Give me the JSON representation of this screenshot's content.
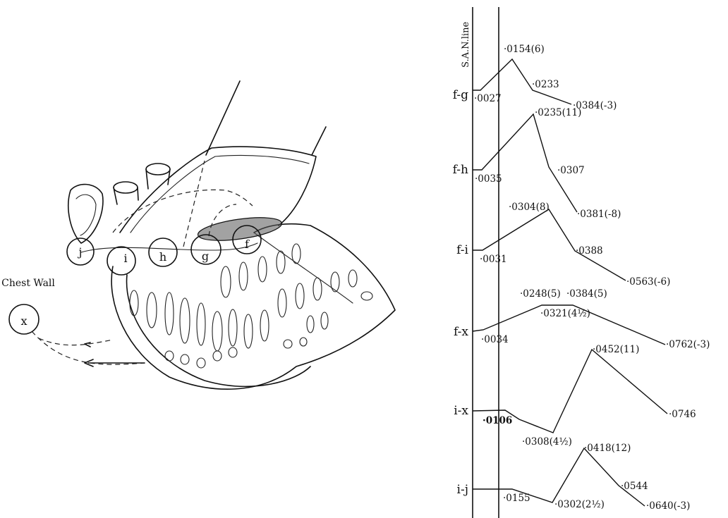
{
  "figure": {
    "chest_wall_label": "Chest Wall",
    "points": [
      "x",
      "j",
      "i",
      "h",
      "g",
      "f"
    ]
  },
  "chart": {
    "san_line_label": "S.A.N.line",
    "rows": [
      {
        "name": "f-g",
        "labels": [
          "·0027",
          "·0154(6)",
          "·0233",
          "·0384(-3)"
        ]
      },
      {
        "name": "f-h",
        "labels": [
          "·0035",
          "·0235(11)",
          "·0307",
          "·0381(-8)"
        ]
      },
      {
        "name": "f-i",
        "labels": [
          "·0031",
          "·0304(8)",
          "·0388",
          "·0563(-6)"
        ]
      },
      {
        "name": "f-x",
        "labels": [
          "·0034",
          "·0248(5)",
          "·0321(4½)",
          "·0384(5)",
          "·0762(-3)"
        ]
      },
      {
        "name": "i-x",
        "labels": [
          "·0106",
          "·0308(4½)",
          "·0452(11)",
          "·0746"
        ]
      },
      {
        "name": "i-j",
        "labels": [
          "·0155",
          "·0302(2½)",
          "·0418(12)",
          "·0544",
          "·0640(-3)"
        ]
      }
    ]
  }
}
